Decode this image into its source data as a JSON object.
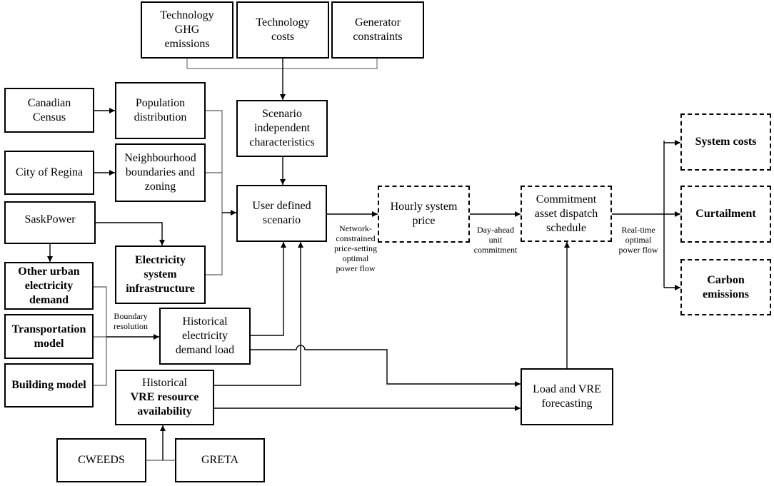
{
  "nodes": {
    "tech_ghg": [
      "Technology",
      "GHG",
      "emissions"
    ],
    "tech_costs": [
      "Technology",
      "costs"
    ],
    "gen_constraints": [
      "Generator",
      "constraints"
    ],
    "canadian_census": [
      "Canadian",
      "Census"
    ],
    "population": [
      "Population",
      "distribution"
    ],
    "scenario_indep": [
      "Scenario",
      "independent",
      "characteristics"
    ],
    "city_regina": [
      "City of Regina"
    ],
    "neighbourhood": [
      "Neighbourhood",
      "boundaries and",
      "zoning"
    ],
    "user_scenario": [
      "User defined",
      "scenario"
    ],
    "hourly_price": [
      "Hourly system",
      "price"
    ],
    "commitment": [
      "Commitment",
      "asset dispatch",
      "schedule"
    ],
    "system_costs": [
      "System costs"
    ],
    "curtailment": [
      "Curtailment"
    ],
    "carbon": [
      "Carbon",
      "emissions"
    ],
    "saskpower": [
      "SaskPower"
    ],
    "elec_infra": [
      "Electricity",
      "system",
      "infrastructure"
    ],
    "other_urban": [
      "Other urban",
      "electricity",
      "demand"
    ],
    "transport": [
      "Transportation",
      "model"
    ],
    "hist_demand": [
      "Historical",
      "electricity",
      "demand load"
    ],
    "building": [
      "Building model"
    ],
    "hist_vre_title": [
      "Historical"
    ],
    "hist_vre_bold": [
      "VRE resource",
      "availability"
    ],
    "load_vre": [
      "Load and VRE",
      "forecasting"
    ],
    "cweeds": [
      "CWEEDS"
    ],
    "greta": [
      "GRETA"
    ]
  },
  "edge_labels": {
    "network": [
      "Network-",
      "constrained",
      "price-setting",
      "optimal",
      "power flow"
    ],
    "day_ahead": [
      "Day-ahead",
      "unit",
      "commitment"
    ],
    "real_time": [
      "Real-time",
      "optimal",
      "power flow"
    ],
    "boundary": [
      "Boundary",
      "resolution"
    ]
  }
}
